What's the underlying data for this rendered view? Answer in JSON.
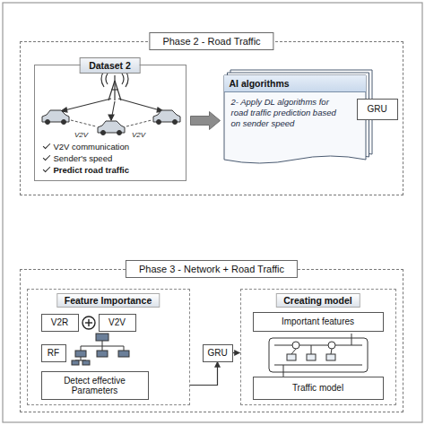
{
  "diagram": {
    "nodes": [
      {
        "text": [
          "Phase 2 - Road Traffic"
        ]
      },
      {
        "text": [
          "Dataset 2",
          "V2V communication",
          "Sender's speed",
          "Predict road traffic"
        ],
        "in": 0
      },
      {
        "text": [
          "AI algorithms",
          "2- Apply DL algorithms for road traffic prediction based on sender speed"
        ],
        "in": 0
      },
      {
        "text": [
          "GRU"
        ],
        "in": 0
      },
      {
        "text": [
          "Phase 3 - Network + Road Traffic"
        ]
      },
      {
        "text": [
          "Feature Importance"
        ],
        "in": 4
      },
      {
        "text": [
          "V2R"
        ],
        "in": 5
      },
      {
        "text": [
          "V2V"
        ],
        "in": 5
      },
      {
        "text": [
          "RF"
        ],
        "in": 5
      },
      {
        "text": [
          "Detect effective Parameters"
        ],
        "in": 5
      },
      {
        "text": [
          "GRU"
        ],
        "in": 4
      },
      {
        "text": [
          "Creating model"
        ],
        "in": 4
      },
      {
        "text": [
          "Important features"
        ],
        "in": 11
      },
      {
        "text": [
          "Traffic model"
        ],
        "in": 11
      }
    ],
    "edges": [
      {
        "from": 1,
        "to": 2,
        "arrow": "to"
      },
      {
        "from": 5,
        "to": 10,
        "arrow": "to"
      },
      {
        "from": 10,
        "to": 11,
        "arrow": "to"
      }
    ],
    "labels": [
      "V2V",
      "V2V"
    ]
  }
}
